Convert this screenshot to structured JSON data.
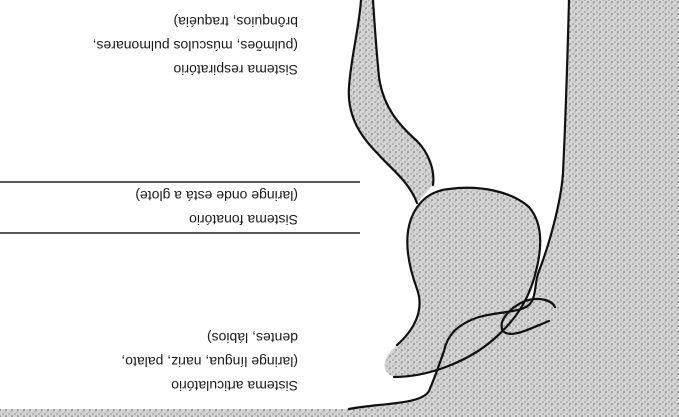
{
  "labels": {
    "articulatory": {
      "title": "Sistema articulatório",
      "line1": "(laringe língua, nariz, palato,",
      "line2": "dentes, lábios)"
    },
    "phonatory": {
      "title": "Sistema fonatório",
      "line1": "(laringe onde está a glote)"
    },
    "respiratory": {
      "title": "Sistema respiratório",
      "line1": "(pulmões, músculos pulmonares,",
      "line2": "brônquios, traquéia)"
    }
  },
  "colors": {
    "ink": "#111111",
    "tissue": "#d9d9d9",
    "background": "#ffffff"
  },
  "orientation": "rotated 180 degrees"
}
